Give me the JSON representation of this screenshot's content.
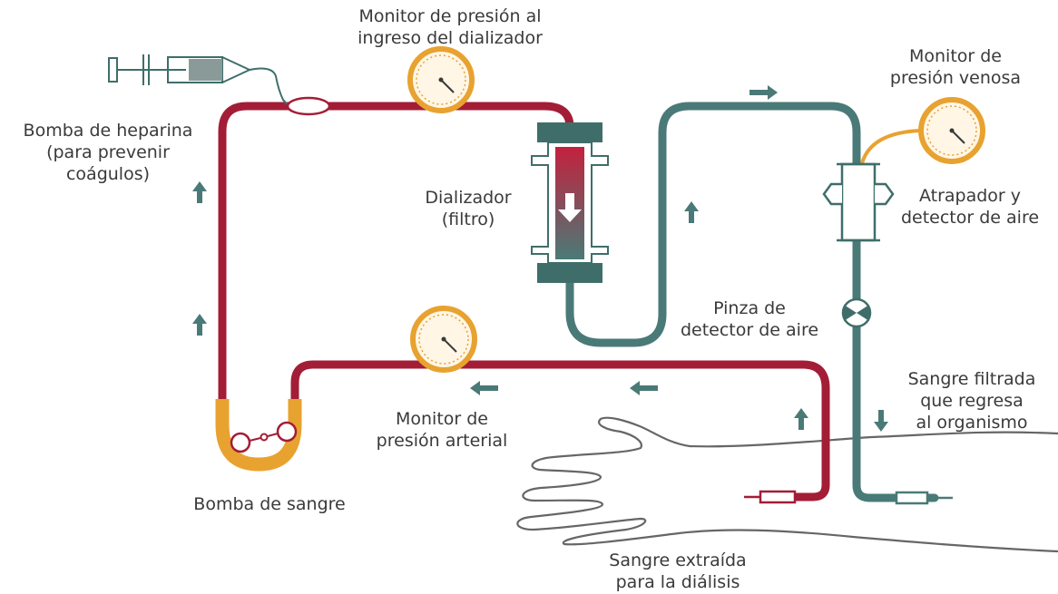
{
  "colors": {
    "arterial": "#a31d37",
    "venous": "#4a7a77",
    "pump_orange": "#e8a230",
    "gauge_face": "#fff6e6",
    "arrow": "#4a7a77",
    "text": "#3a3a3a",
    "hand_outline": "#666666"
  },
  "labels": {
    "monitor_ingreso": [
      "Monitor de presión al",
      "ingreso del dializador"
    ],
    "monitor_venosa": [
      "Monitor de",
      "presión venosa"
    ],
    "bomba_heparina": [
      "Bomba de heparina",
      "(para prevenir",
      "coágulos)"
    ],
    "dializador": [
      "Dializador",
      "(filtro)"
    ],
    "atrapador": [
      "Atrapador y",
      "detector de aire"
    ],
    "pinza": [
      "Pinza de",
      "detector de aire"
    ],
    "sangre_filtrada": [
      "Sangre filtrada",
      "que regresa",
      "al organismo"
    ],
    "monitor_arterial": [
      "Monitor de",
      "presión arterial"
    ],
    "bomba_sangre": [
      "Bomba de sangre"
    ],
    "sangre_extraida": [
      "Sangre extraída",
      "para la diálisis"
    ]
  }
}
